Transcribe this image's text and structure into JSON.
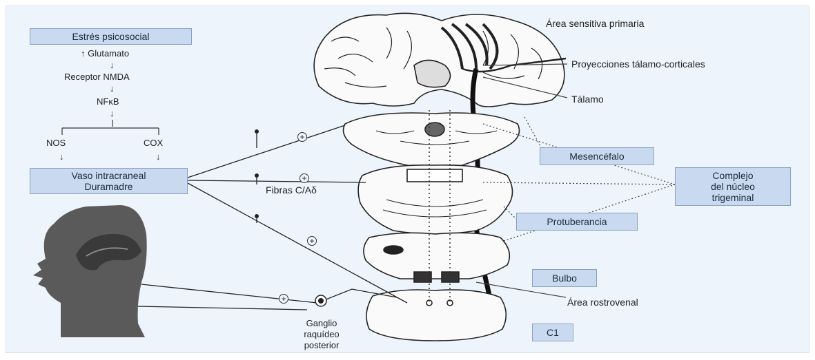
{
  "cascade": {
    "top_box": "Estrés psicosocial",
    "step1": "↑ Glutamato",
    "step2": "Receptor NMDA",
    "step3": "NFκB",
    "branch_left": "NOS",
    "branch_right": "COX",
    "bottom_box_line1": "Vaso intracraneal",
    "bottom_box_line2": "Duramadre"
  },
  "labels": {
    "area_sensitiva": "Área sensitiva primaria",
    "proyecciones": "Proyecciones tálamo-corticales",
    "talamo": "Tálamo",
    "mesencefalo": "Mesencéfalo",
    "complejo_line1": "Complejo",
    "complejo_line2": "del núcleo",
    "complejo_line3": "trigeminal",
    "protuberancia": "Protuberancia",
    "bulbo": "Bulbo",
    "area_rostrovenal": "Área rostrovenal",
    "c1": "C1",
    "fibras": "Fibras C/Aδ",
    "ganglio_line1": "Ganglio",
    "ganglio_line2": "raquídeo",
    "ganglio_line3": "posterior"
  },
  "symbols": {
    "plus": "+"
  },
  "colors": {
    "background": "#eef4fb",
    "box_fill": "#c9d9ef",
    "box_border": "#8aa2c4",
    "ink": "#222222",
    "head": "#555555"
  }
}
